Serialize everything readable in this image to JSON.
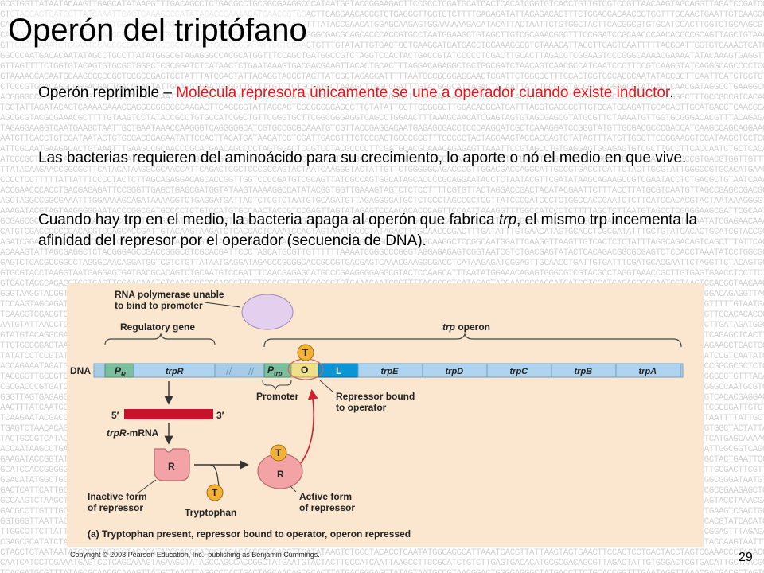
{
  "slide": {
    "title": "Operón del triptófano",
    "page_number": "29",
    "copyright": "Copyright © 2003 Pearson Education, Inc., publishing as Benjamin Cummings."
  },
  "paragraphs": {
    "p1_lead": "Operón reprimible – ",
    "p1_red": "Molécula represora únicamente se une a operador cuando existe inductor",
    "p1_tail": ".",
    "p2": "Las bacterias requieren del aminoácido para su crecimiento, lo aporte o nó el medio en que vive.",
    "p3_a": "Cuando hay trp en el medio, la bacteria apaga al operón que fabrica ",
    "p3_italic": "trp",
    "p3_b": ", el mismo trp incementa la afinidad del represor por el operador (secuencia de DNA)."
  },
  "figure": {
    "rna_pol_label_1": "RNA polymerase unable",
    "rna_pol_label_2": "to bind to promoter",
    "regulatory_gene": "Regulatory gene",
    "trp_operon_italic": "trp",
    "trp_operon_rest": " operon",
    "dna": "DNA",
    "pr_p": "P",
    "pr_sub": "R",
    "trpR": "trpR",
    "ptrp_p": "P",
    "ptrp_sub": "trp",
    "operator": "O",
    "leader": "L",
    "genes": [
      "trpE",
      "trpD",
      "trpC",
      "trpB",
      "trpA"
    ],
    "promoter": "Promoter",
    "repressor_bound_1": "Repressor bound",
    "repressor_bound_2": "to operator",
    "mrna_5": "5′",
    "mrna_3": "3′",
    "mrna_label_italic": "trpR",
    "mrna_label_rest": "-mRNA",
    "repressor_letter": "R",
    "tryptophan_letter": "T",
    "inactive_1": "Inactive form",
    "inactive_2": "of repressor",
    "tryptophan": "Tryptophan",
    "active_1": "Active form",
    "active_2": "of repressor",
    "caption_part": "(a)",
    "caption": " Tryptophan present, repressor bound to operator, operon repressed"
  },
  "colors": {
    "red_text": "#e8141a",
    "figure_bg": "#fbe7cf",
    "dna_strand": "#a9cce6",
    "gene_blue": "#aed4f0",
    "leader_blue": "#0b94d6",
    "promoter_green": "#7bbf9e",
    "operator_yellow": "#f1e08a",
    "repressor_pink": "#f3a3a6",
    "tryptophan_orange": "#f3b236",
    "mrna_red": "#c7142c",
    "arrow_red": "#d3202b"
  }
}
